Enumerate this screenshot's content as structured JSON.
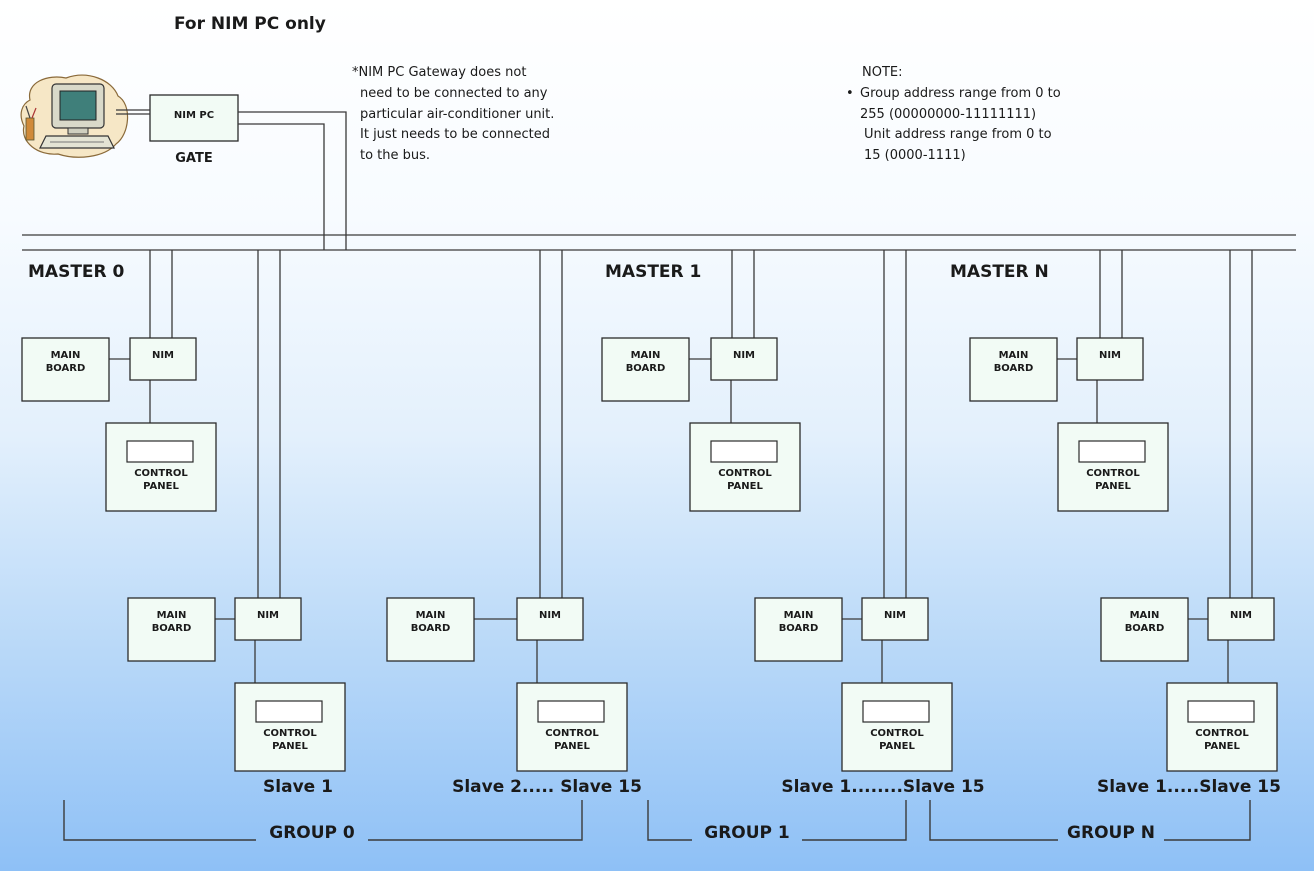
{
  "title": "For NIM PC only",
  "gateway": {
    "box_label": "NIM PC",
    "caption": "GATE"
  },
  "gateway_note": [
    "*NIM PC Gateway does not",
    "need to be connected to any",
    "particular air-conditioner unit.",
    "It just needs to be connected",
    "to the bus."
  ],
  "note": {
    "heading": "NOTE:",
    "bullet": "•",
    "lines": [
      "Group address range from 0 to",
      "255 (00000000-11111111)",
      "Unit address range from 0 to",
      "15 (0000-1111)"
    ]
  },
  "masters": [
    "MASTER 0",
    "MASTER 1",
    "MASTER N"
  ],
  "labels": {
    "main_board_1": "MAIN",
    "main_board_2": "BOARD",
    "nim": "NIM",
    "control_panel_1": "CONTROL",
    "control_panel_2": "PANEL"
  },
  "slaves": [
    "Slave 1",
    "Slave 2..... Slave 15",
    "Slave 1........Slave 15",
    "Slave 1.....Slave 15"
  ],
  "groups": [
    "GROUP 0",
    "GROUP 1",
    "GROUP N"
  ]
}
